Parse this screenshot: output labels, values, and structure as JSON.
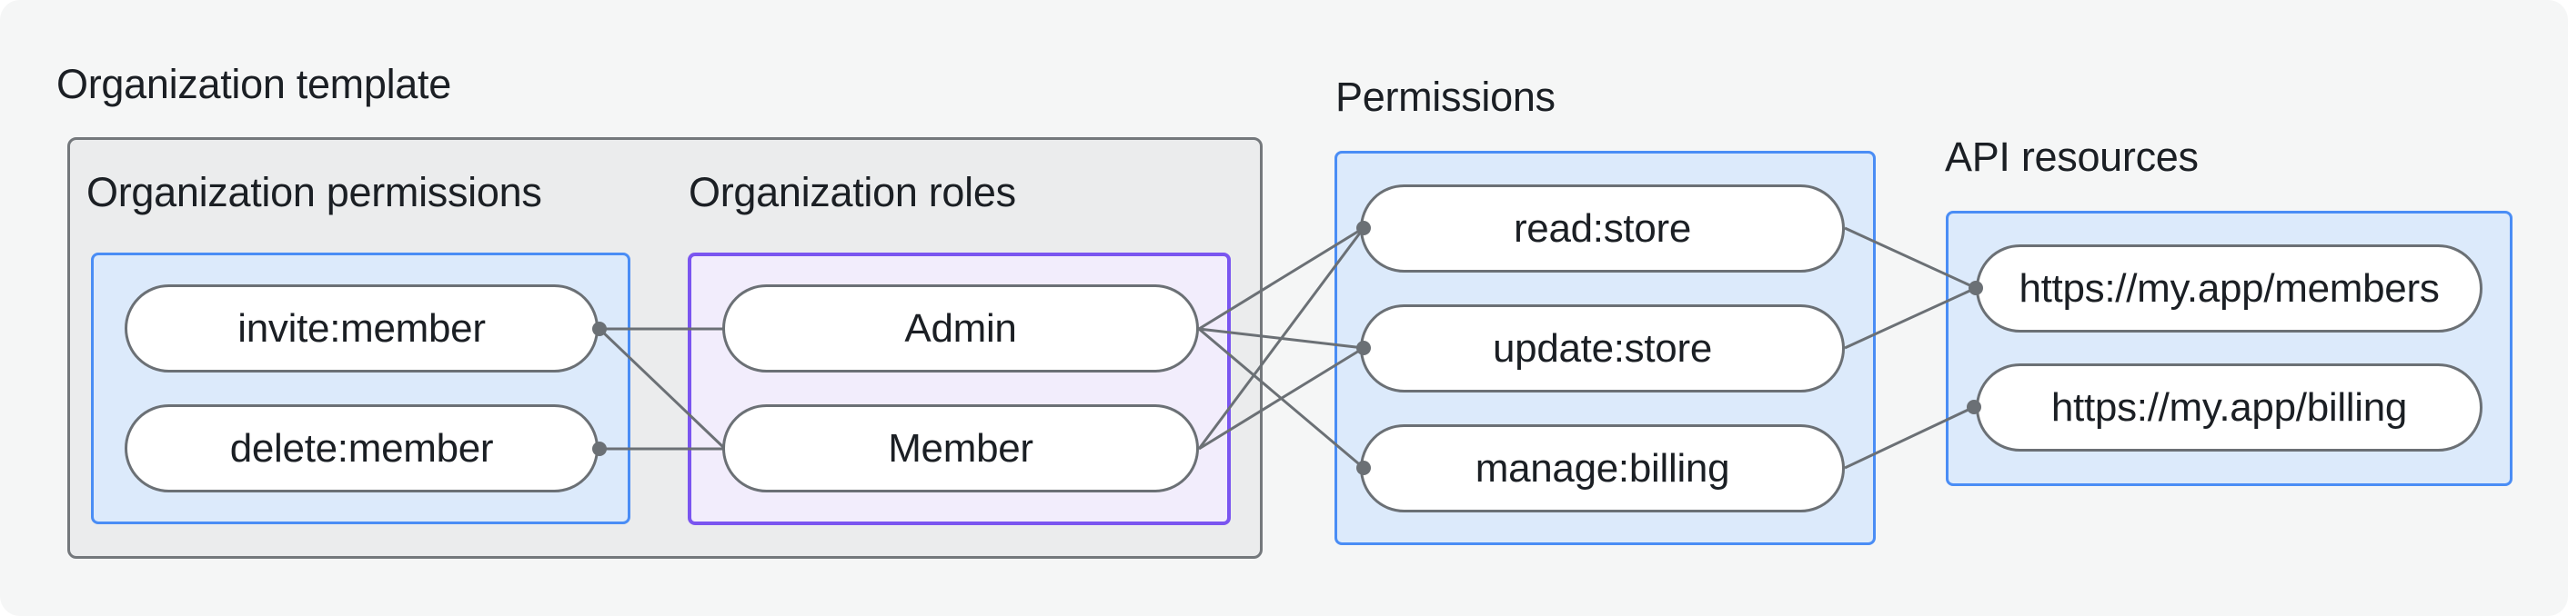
{
  "diagram": {
    "title": "Organization template",
    "groups": {
      "org_permissions": {
        "heading": "Organization permissions",
        "pills": [
          "invite:member",
          "delete:member"
        ]
      },
      "org_roles": {
        "heading": "Organization roles",
        "pills": [
          "Admin",
          "Member"
        ]
      },
      "permissions": {
        "heading": "Permissions",
        "pills": [
          "read:store",
          "update:store",
          "manage:billing"
        ]
      },
      "api_resources": {
        "heading": "API resources",
        "pills": [
          "https://my.app/members",
          "https://my.app/billing"
        ]
      }
    },
    "connections": [
      {
        "from": "invite:member",
        "to": "Admin"
      },
      {
        "from": "invite:member",
        "to": "Member"
      },
      {
        "from": "delete:member",
        "to": "Member"
      },
      {
        "from": "Admin",
        "to": "read:store"
      },
      {
        "from": "Admin",
        "to": "update:store"
      },
      {
        "from": "Admin",
        "to": "manage:billing"
      },
      {
        "from": "Member",
        "to": "read:store"
      },
      {
        "from": "Member",
        "to": "update:store"
      },
      {
        "from": "read:store",
        "to": "https://my.app/members"
      },
      {
        "from": "update:store",
        "to": "https://my.app/members"
      },
      {
        "from": "manage:billing",
        "to": "https://my.app/billing"
      }
    ],
    "colors": {
      "canvas-bg": "#f5f6f6",
      "gray-box-bg": "#ebeced",
      "gray-box-border": "#74787c",
      "blue-box-bg": "#dceafb",
      "blue-box-border": "#4a8df5",
      "purple-box-bg": "#f2edfc",
      "purple-box-border": "#7a55f0",
      "pill-border": "#6b7075",
      "edge-color": "#6b7075",
      "text-color": "#1b1f24"
    }
  }
}
